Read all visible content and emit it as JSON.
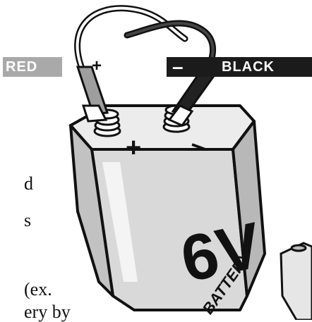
{
  "labels": {
    "red": "RED",
    "plus": "+",
    "minus": "–",
    "black": "BLACK"
  },
  "battery": {
    "voltage": "6V",
    "word": "BATTERY",
    "terminal_plus": "+",
    "terminal_minus": "–"
  },
  "text_fragments": {
    "line1": "d",
    "line2": "s",
    "line3": "(ex.",
    "line4": "ery by"
  },
  "colors": {
    "label_red_bg": "#a9a9a9",
    "label_black_bg": "#1b1b1b",
    "battery_body": "#d9d9d9",
    "battery_top": "#ececec",
    "outline": "#111111"
  },
  "icons": [
    "alligator-clip-icon",
    "battery-icon",
    "wire-icon"
  ]
}
